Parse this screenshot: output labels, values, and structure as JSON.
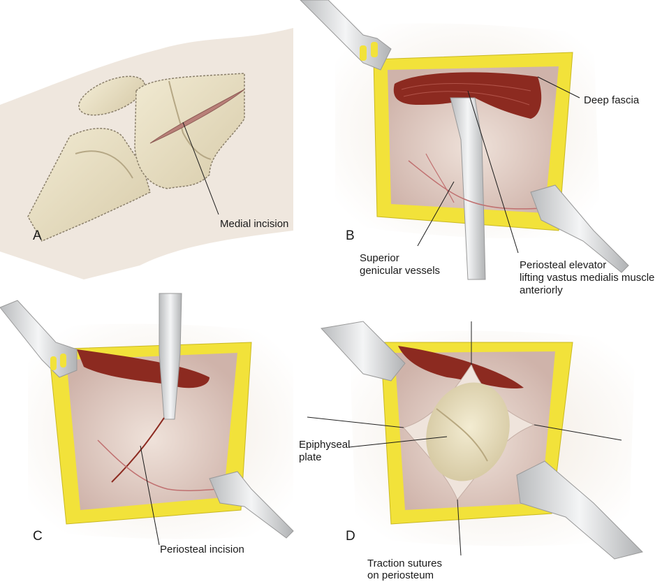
{
  "colors": {
    "skin": "#efe7dc",
    "bone": "#e6dcc0",
    "fat": "#f2e23a",
    "muscle": "#8c2a20",
    "periosteum": "#e4d2c8",
    "instrument": "#d9dadb",
    "vessel": "#b8696a"
  },
  "panels": {
    "A": {
      "letter": "A",
      "labels": {
        "medial_incision": "Medial incision"
      }
    },
    "B": {
      "letter": "B",
      "labels": {
        "deep_fascia": "Deep fascia",
        "superior_genicular_line1": "Superior",
        "superior_genicular_line2": "genicular vessels",
        "elevator_line1": "Periosteal elevator",
        "elevator_line2": "lifting vastus medialis muscle",
        "elevator_line3": "anteriorly"
      }
    },
    "C": {
      "letter": "C",
      "labels": {
        "periosteal_incision": "Periosteal incision"
      }
    },
    "D": {
      "letter": "D",
      "labels": {
        "epiphyseal_line1": "Epiphyseal",
        "epiphyseal_line2": "plate",
        "traction_line1": "Traction sutures",
        "traction_line2": "on periosteum"
      }
    }
  }
}
